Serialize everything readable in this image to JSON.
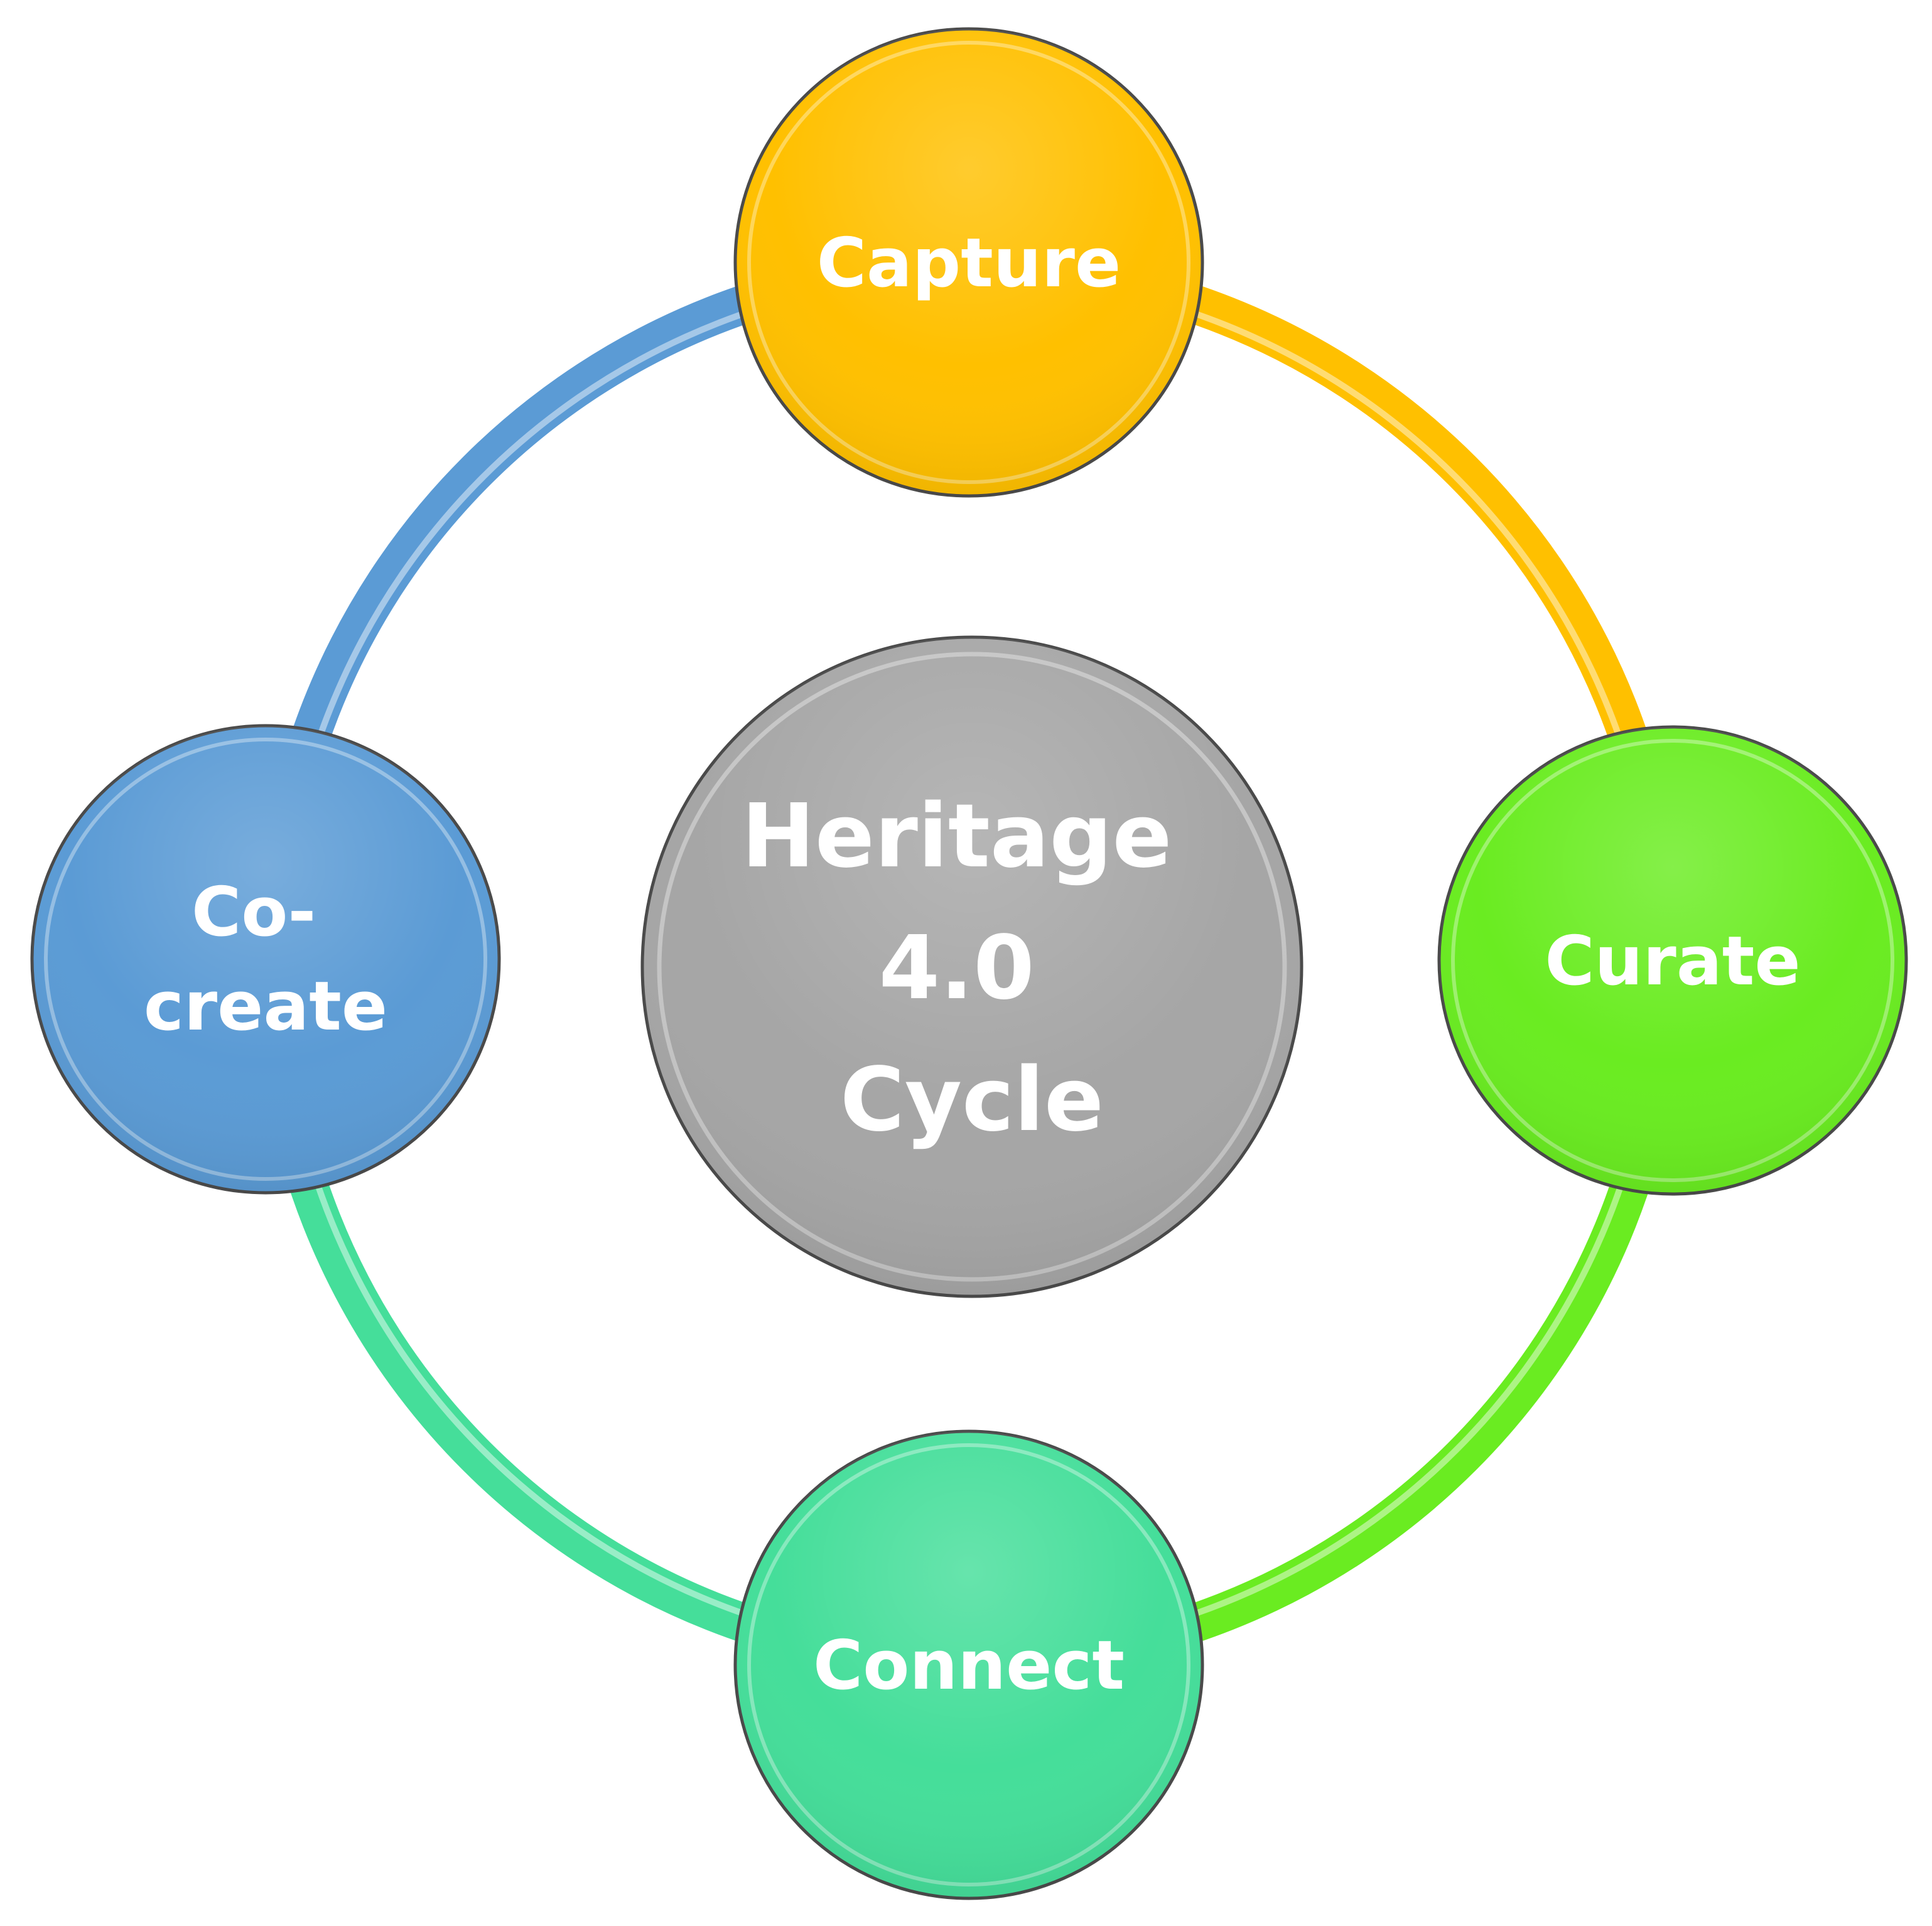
{
  "center": {
    "lines": [
      "Heritage",
      "4.0",
      "Cycle"
    ],
    "color": "#A6A6A6"
  },
  "stages": [
    {
      "id": "capture",
      "lines": [
        "Capture"
      ],
      "color": "#FFC000"
    },
    {
      "id": "curate",
      "lines": [
        "Curate"
      ],
      "color": "#6AEC21"
    },
    {
      "id": "connect",
      "lines": [
        "Connect"
      ],
      "color": "#45DE9A"
    },
    {
      "id": "cocreate",
      "lines": [
        "Co-",
        "create"
      ],
      "color": "#5B9BD5"
    }
  ],
  "connectors": [
    {
      "from": "capture",
      "to": "curate",
      "color": "#FFC000"
    },
    {
      "from": "curate",
      "to": "connect",
      "color": "#6AEC21"
    },
    {
      "from": "connect",
      "to": "cocreate",
      "color": "#45DE9A"
    },
    {
      "from": "cocreate",
      "to": "capture",
      "color": "#5B9BD5"
    }
  ]
}
